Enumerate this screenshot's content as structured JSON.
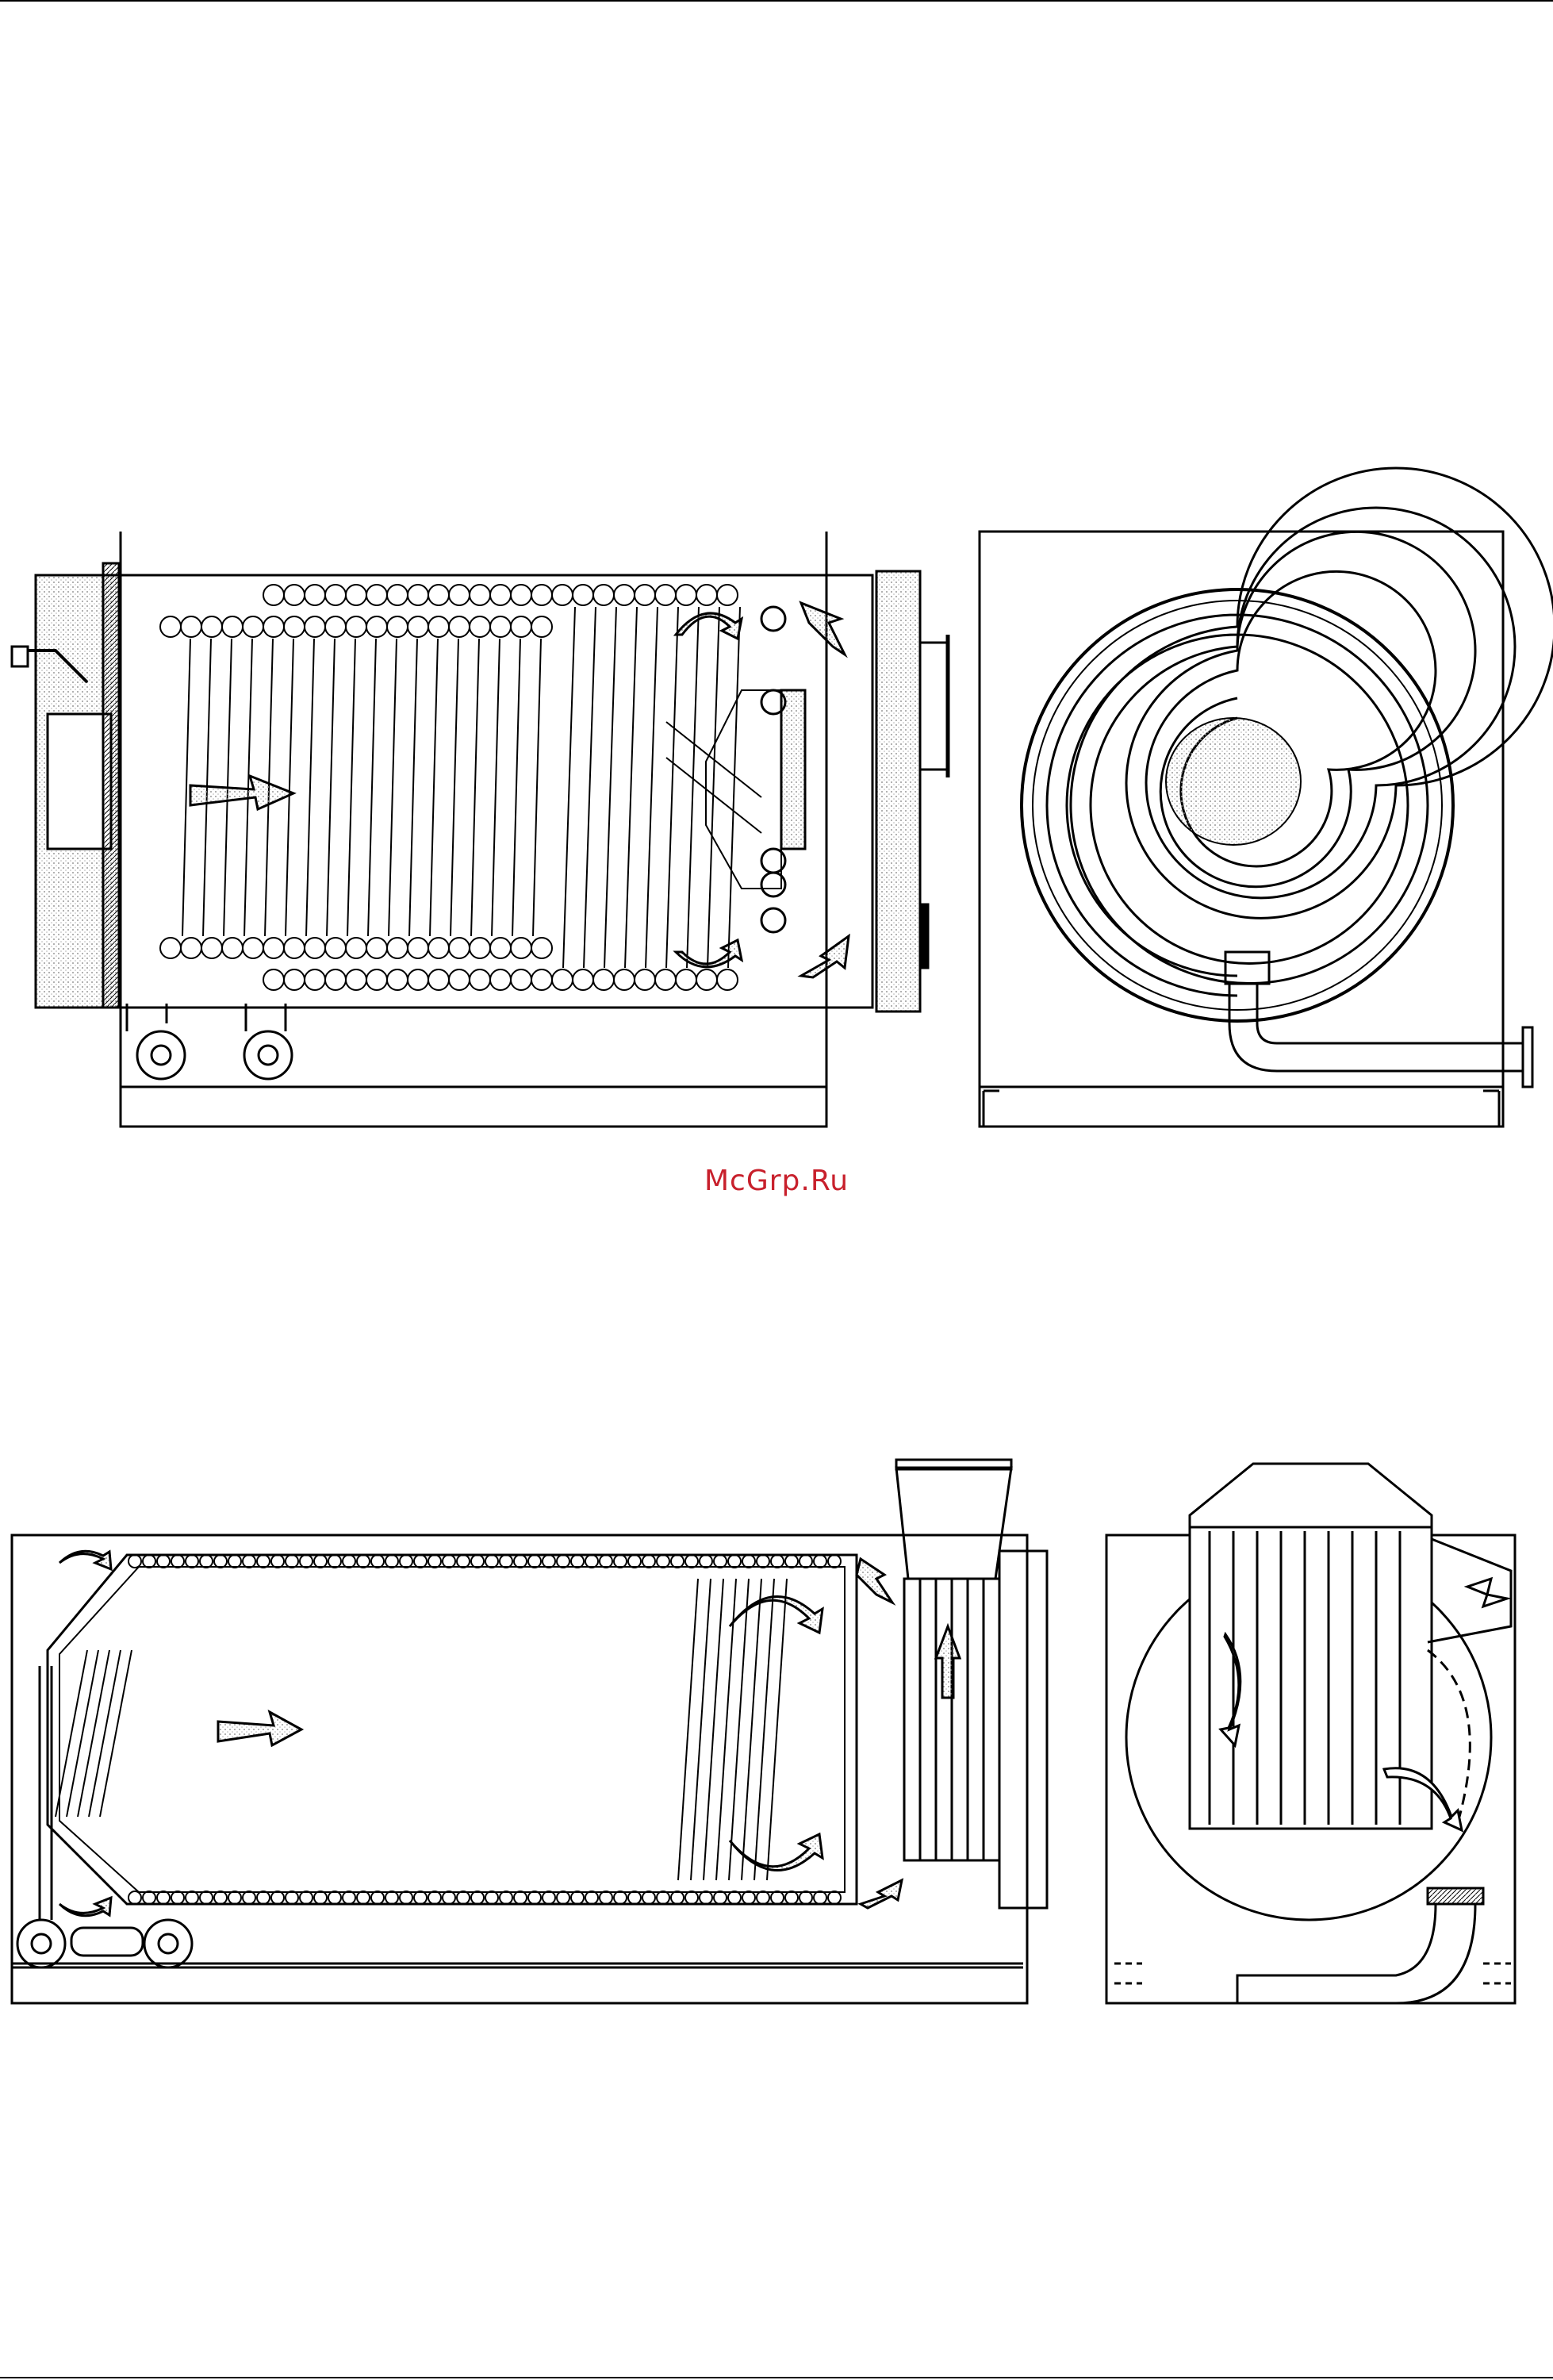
{
  "watermark": "McGrp.Ru",
  "drawing_color": "#000000",
  "watermark_color": "#c8202c",
  "stipple_color": "#b9b9b9",
  "figures": [
    {
      "name": "boiler-1-side-section",
      "icons": [
        "coil-tube-icon",
        "flue-gas-arrow-icon",
        "flange-icon"
      ]
    },
    {
      "name": "boiler-1-front-view",
      "icons": [
        "spiral-coil-icon",
        "outlet-pipe-icon"
      ]
    },
    {
      "name": "boiler-2-side-section",
      "icons": [
        "coil-tube-icon",
        "flue-gas-arrow-icon",
        "flange-icon"
      ]
    },
    {
      "name": "boiler-2-front-view",
      "icons": [
        "economizer-icon",
        "flue-gas-arrow-icon"
      ]
    }
  ]
}
